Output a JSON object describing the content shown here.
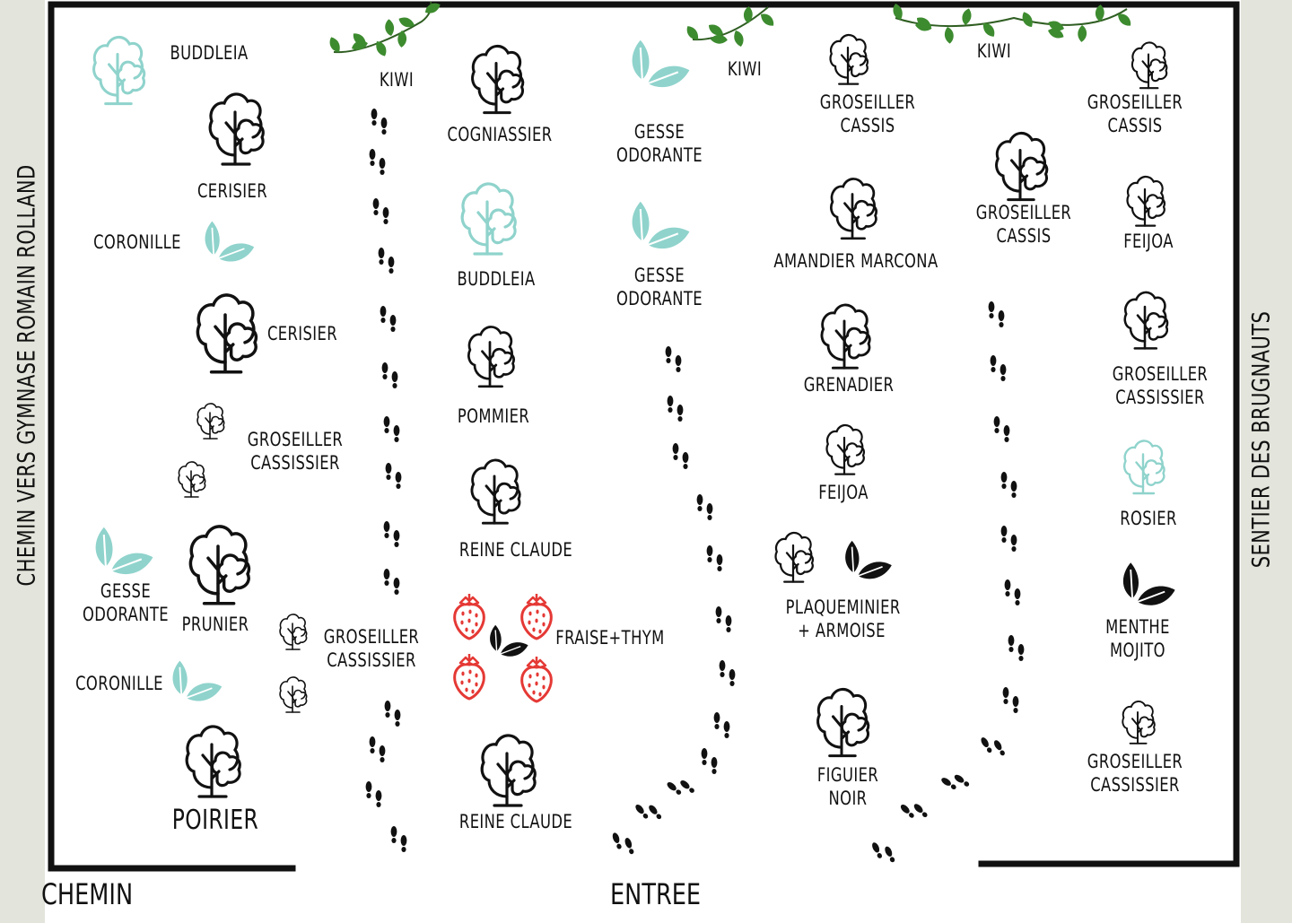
{
  "labels": {
    "buddleia_1": "BUDDLEIA",
    "cerisier_1": "CERISIER",
    "coronille_1": "CORONILLE",
    "cerisier_2": "CERISIER",
    "groseiller_cassissier_1": "GROSEILLER\nCASSISSIER",
    "gesse_odorante_1": "GESSE\nODORANTE",
    "prunier": "PRUNIER",
    "groseiller_cassissier_2": "GROSEILLER\nCASSISSIER",
    "coronille_2": "CORONILLE",
    "poirier": "POIRIER",
    "kiwi_1": "KIWI",
    "cogniassier": "COGNIASSIER",
    "buddleia_2": "BUDDLEIA",
    "pommier": "POMMIER",
    "reine_claude_1": "REINE CLAUDE",
    "fraise_thym": "FRAISE+THYM",
    "reine_claude_2": "REINE CLAUDE",
    "gesse_odorante_2": "GESSE\nODORANTE",
    "kiwi_2": "KIWI",
    "gesse_odorante_3": "GESSE\nODORANTE",
    "groseiller_cassis_1": "GROSEILLER\nCASSIS",
    "amandier_marcona": "AMANDIER MARCONA",
    "grenadier": "GRENADIER",
    "feijoa_1": "FEIJOA",
    "plaqueminier_armoise": "PLAQUEMINIER\n+ ARMOISE",
    "figuier_noir": "FIGUIER\nNOIR",
    "kiwi_3": "KIWI",
    "groseiller_cassis_2": "GROSEILLER\nCASSIS",
    "groseiller_cassis_3": "GROSEILLER\nCASSIS",
    "feijoa_2": "FEIJOA",
    "groseiller_cassissier_3": "GROSEILLER\nCASSISSIER",
    "rosier": "ROSIER",
    "menthe_mojito": "MENTHE\nMOJITO",
    "groseiller_cassissier_4": "GROSEILLER\nCASSISSIER"
  },
  "edges": {
    "left": "CHEMIN VERS GYMNASE ROMAIN ROLLAND",
    "right": "SENTIER DES BRUGNAUTS",
    "bottom_left": "CHEMIN",
    "bottom_center": "ENTREE"
  },
  "icons": {
    "tree": "tree-icon",
    "leaf": "leaf-icon",
    "strawberry": "strawberry-icon",
    "footprint": "footprint-icon",
    "vine": "vine-icon"
  },
  "colors": {
    "outline": "#111111",
    "teal": "#8fd3cc",
    "strawberry": "#e53935",
    "vine_leaf": "#3d8b2f",
    "vine_stem": "#2f5e22",
    "background": "#e3e4db"
  }
}
